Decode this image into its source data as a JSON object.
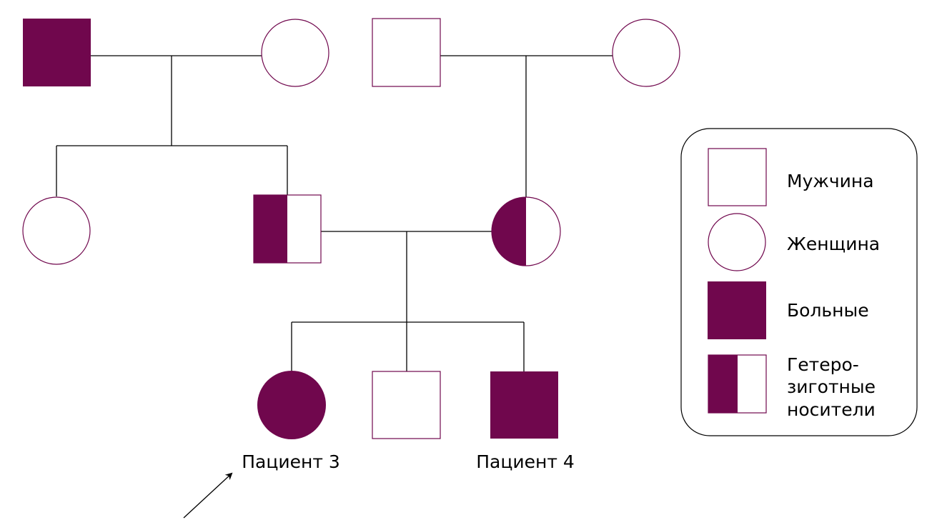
{
  "colors": {
    "affected": "#70074d",
    "outline": "#70074d",
    "line": "#000000"
  },
  "pedigree": {
    "generation_1": [
      {
        "id": "gp1-father",
        "sex": "male",
        "status": "affected"
      },
      {
        "id": "gp1-mother",
        "sex": "female",
        "status": "unaffected"
      },
      {
        "id": "gp2-father",
        "sex": "male",
        "status": "unaffected"
      },
      {
        "id": "gp2-mother",
        "sex": "female",
        "status": "unaffected"
      }
    ],
    "generation_2": [
      {
        "id": "aunt",
        "sex": "female",
        "status": "unaffected"
      },
      {
        "id": "father",
        "sex": "male",
        "status": "carrier"
      },
      {
        "id": "mother",
        "sex": "female",
        "status": "carrier"
      }
    ],
    "generation_3": [
      {
        "id": "patient-3",
        "sex": "female",
        "status": "affected",
        "label": "Пациент 3",
        "proband": true
      },
      {
        "id": "sibling",
        "sex": "male",
        "status": "unaffected"
      },
      {
        "id": "patient-4",
        "sex": "male",
        "status": "affected",
        "label": "Пациент 4"
      }
    ]
  },
  "legend": {
    "male": "Мужчина",
    "female": "Женщина",
    "affected": "Больные",
    "carrier_line1": "Гетеро-",
    "carrier_line2": "зиготные",
    "carrier_line3": "носители"
  }
}
